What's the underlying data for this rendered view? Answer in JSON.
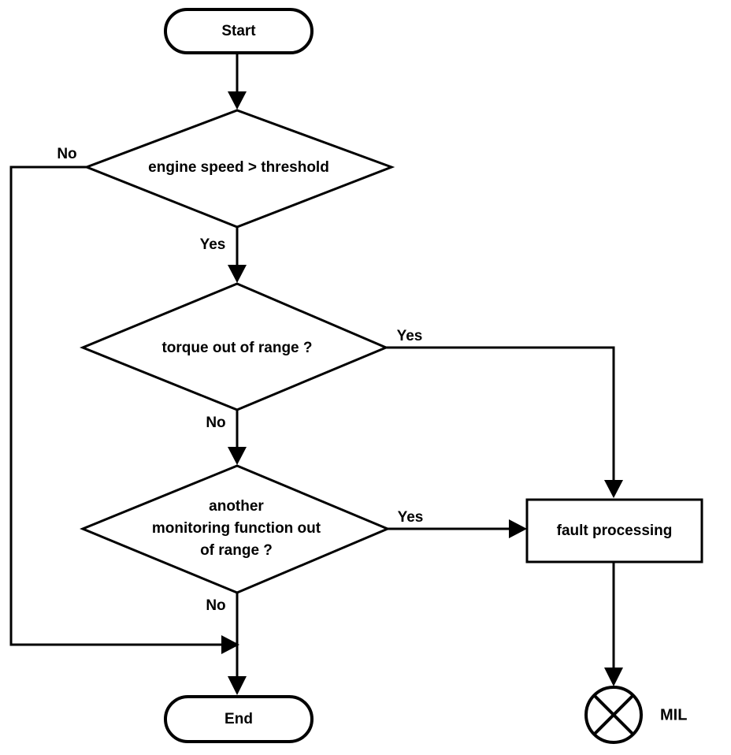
{
  "diagram": {
    "type": "flowchart",
    "title": "",
    "colors": {
      "background": "#ffffff",
      "stroke": "#000000",
      "fill": "#ffffff",
      "text": "#000000"
    },
    "nodes": {
      "start": {
        "label": "Start",
        "shape": "terminator"
      },
      "decision_engine_speed": {
        "label": "engine speed > threshold",
        "shape": "decision"
      },
      "decision_torque": {
        "label": "torque out of range ?",
        "shape": "decision"
      },
      "decision_another": {
        "label_line1": "another",
        "label_line2": "monitoring function out",
        "label_line3": "of range ?",
        "shape": "decision"
      },
      "fault_processing": {
        "label": "fault processing",
        "shape": "process"
      },
      "mil": {
        "label": "MIL",
        "shape": "indicator-circle-cross"
      },
      "end": {
        "label": "End",
        "shape": "terminator"
      }
    },
    "edge_labels": {
      "engine_speed_no": "No",
      "engine_speed_yes": "Yes",
      "torque_yes": "Yes",
      "torque_no": "No",
      "another_yes": "Yes",
      "another_no": "No"
    }
  }
}
